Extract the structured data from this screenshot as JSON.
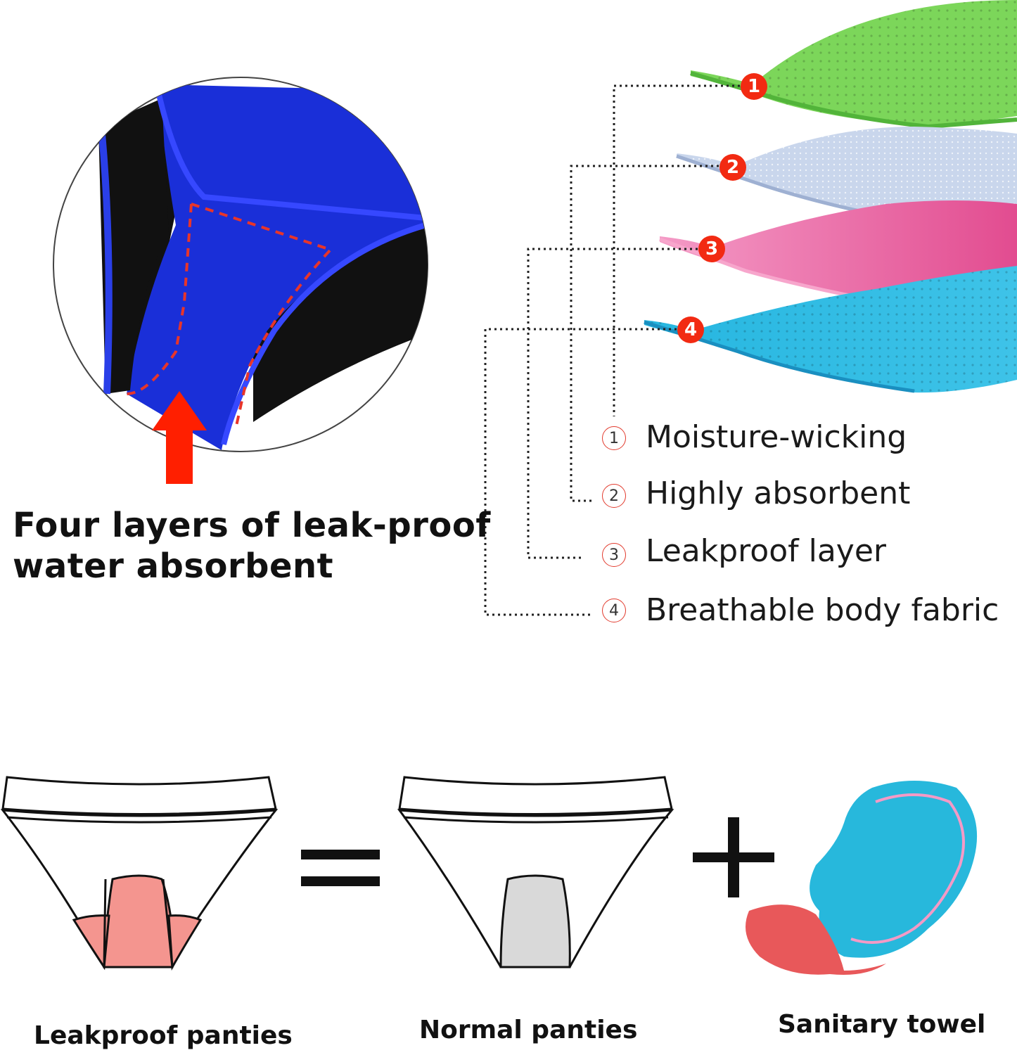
{
  "headline": {
    "line1": "Four layers of leak-proof",
    "line2": "water absorbent"
  },
  "layer_markers": [
    "1",
    "2",
    "3",
    "4"
  ],
  "layers": [
    {
      "num": "①",
      "label": "Moisture-wicking",
      "color": "#7cd65a"
    },
    {
      "num": "②",
      "label": "Highly absorbent",
      "color": "#c9d6ec"
    },
    {
      "num": "③",
      "label": "Leakproof layer",
      "color": "#ec5b9e"
    },
    {
      "num": "④",
      "label": "Breathable body fabric",
      "color": "#1fb3de"
    }
  ],
  "equation": {
    "equals_sign": "=",
    "plus_sign": "+",
    "captions": [
      "Leakproof panties",
      "Normal panties",
      "Sanitary towel"
    ]
  },
  "colors": {
    "panties_blue": "#1a2fd8",
    "liner_black": "#111111",
    "stitch_red": "#e8352a",
    "arrow_red": "#ff1f00",
    "marker_red": "#f22a12",
    "gusset_pink": "#f4958f",
    "gusset_gray": "#d9d9d9",
    "pad_cyan": "#27b8dc",
    "pad_red": "#e8585a"
  },
  "icons": [
    "up-arrow-icon",
    "equals-icon",
    "plus-icon"
  ]
}
